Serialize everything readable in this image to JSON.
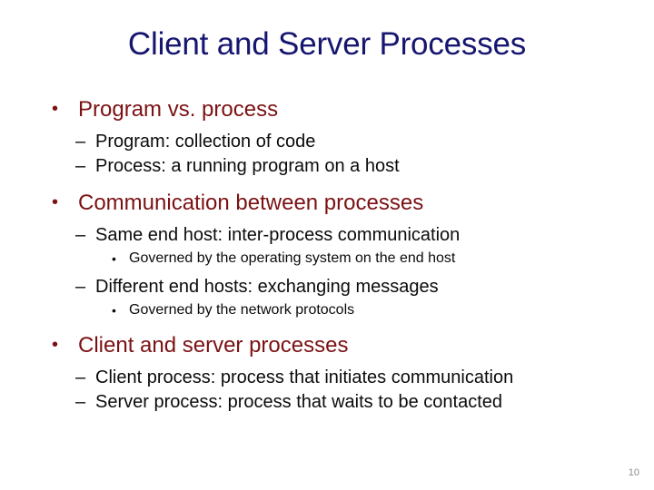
{
  "slide": {
    "title": "Client and Server Processes",
    "page_number": "10",
    "colors": {
      "background": "#ffffff",
      "title": "#161670",
      "level1_text": "#7B1113",
      "level2_text": "#0b0b0b",
      "level3_text": "#0b0b0b",
      "page_number": "#8d8d8d"
    },
    "markers": {
      "level1": "•",
      "level2": "–",
      "level3": "•"
    },
    "bullets": [
      {
        "level": 1,
        "text": "Program vs. process"
      },
      {
        "level": 2,
        "text": "Program: collection of code"
      },
      {
        "level": 2,
        "text": "Process: a running program on a host"
      },
      {
        "level": 1,
        "text": "Communication between processes"
      },
      {
        "level": 2,
        "text": "Same end host: inter-process communication"
      },
      {
        "level": 3,
        "text": "Governed by the operating system on the end host"
      },
      {
        "level": 2,
        "text": "Different end hosts: exchanging messages"
      },
      {
        "level": 3,
        "text": "Governed by the network protocols"
      },
      {
        "level": 1,
        "text": "Client and server processes"
      },
      {
        "level": 2,
        "text": "Client process: process that initiates communication"
      },
      {
        "level": 2,
        "text": "Server process: process that waits to be contacted"
      }
    ]
  }
}
